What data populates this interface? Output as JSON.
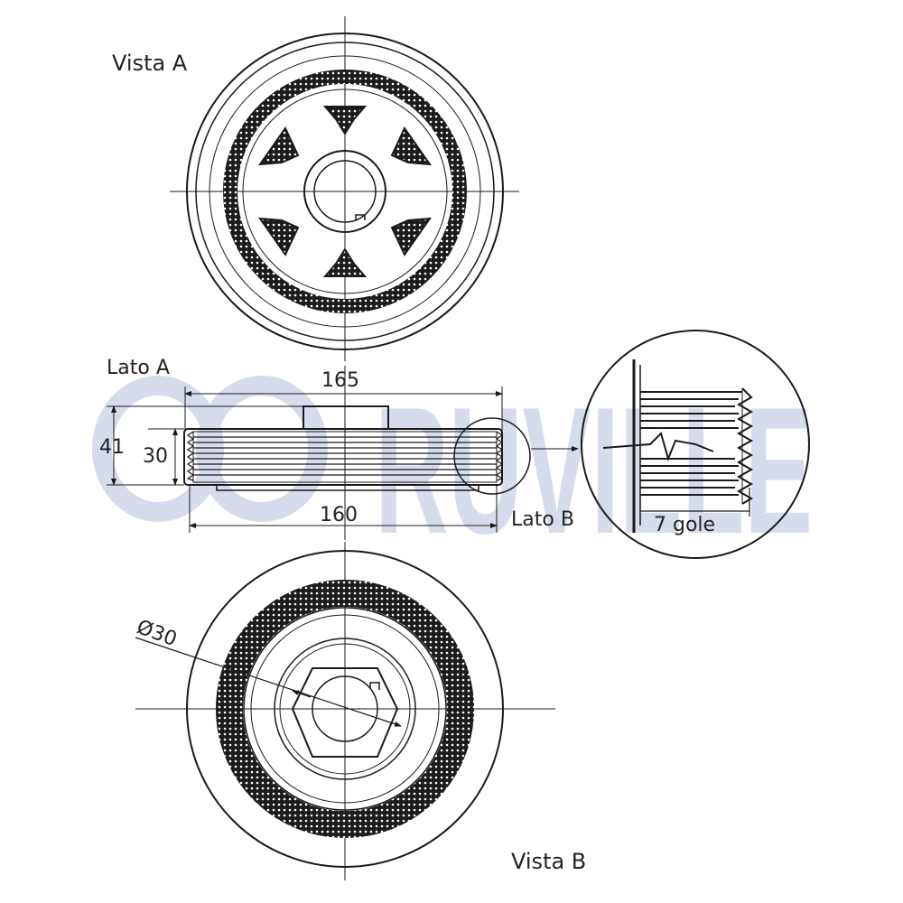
{
  "brand": {
    "logo_text": "RUVILLE",
    "logo_color": "#d6dcec"
  },
  "colors": {
    "line": "#1a1a1a",
    "dots": "#2a2a2a"
  },
  "labels": {
    "view_a": "Vista A",
    "view_b": "Vista B",
    "side_a": "Lato A",
    "side_b": "Lato B",
    "grooves": "7 gole"
  },
  "dimensions": {
    "width_outer": "165",
    "width_inner": "160",
    "height_total": "41",
    "height_pulley": "30",
    "bore_diameter": "Ø30"
  }
}
